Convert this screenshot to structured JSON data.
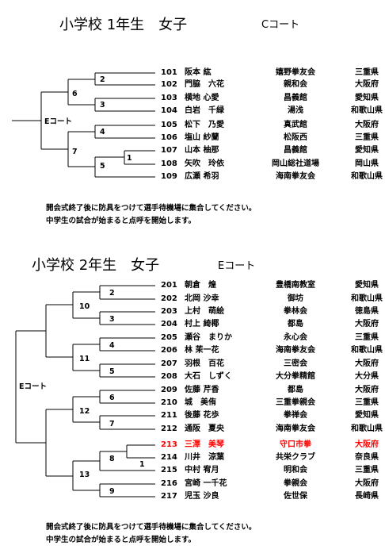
{
  "section1": {
    "title": "小学校 1年生　女子",
    "court": "Cコート",
    "bracket_court": "Eコート",
    "match_numbers": [
      "2",
      "6",
      "3",
      "4",
      "7",
      "1",
      "5"
    ],
    "entries": [
      {
        "no": "101",
        "name": "阪本 紘",
        "club": "嬉野拳友会",
        "pref": "三重県"
      },
      {
        "no": "102",
        "name": "門脇　六花",
        "club": "親和会",
        "pref": "大阪府"
      },
      {
        "no": "103",
        "name": "横地 心愛",
        "club": "昌義館",
        "pref": "愛知県"
      },
      {
        "no": "104",
        "name": "白岩　千緑",
        "club": "湯浅",
        "pref": "和歌山県"
      },
      {
        "no": "105",
        "name": "松下　乃愛",
        "club": "真武館",
        "pref": "大阪府"
      },
      {
        "no": "106",
        "name": "塩山 紗蘭",
        "club": "松阪西",
        "pref": "三重県"
      },
      {
        "no": "107",
        "name": "山本 柚那",
        "club": "昌義館",
        "pref": "愛知県"
      },
      {
        "no": "108",
        "name": "矢吹　玲依",
        "club": "岡山総社道場",
        "pref": "岡山県"
      },
      {
        "no": "109",
        "name": "広瀬 希羽",
        "club": "海南拳友会",
        "pref": "和歌山県"
      }
    ],
    "notes": [
      "開会式終了後に防具をつけて選手待機場に集合してください。",
      "中学生の試合が始まると点呼を開始します。"
    ]
  },
  "section2": {
    "title": "小学校 2年生　女子",
    "court": "Eコート",
    "bracket_court": "Eコート",
    "match_numbers": [
      "2",
      "10",
      "3",
      "4",
      "11",
      "5",
      "6",
      "12",
      "7",
      "8",
      "1",
      "13",
      "9"
    ],
    "entries": [
      {
        "no": "201",
        "name": "朝倉　煌",
        "club": "豊橋南教室",
        "pref": "愛知県"
      },
      {
        "no": "202",
        "name": "北岡 沙幸",
        "club": "御坊",
        "pref": "和歌山県"
      },
      {
        "no": "203",
        "name": "上村　萌絵",
        "club": "拳林会",
        "pref": "徳島県"
      },
      {
        "no": "204",
        "name": "村上 綺椰",
        "club": "都島",
        "pref": "大阪府"
      },
      {
        "no": "205",
        "name": "瀬谷　まりか",
        "club": "永心会",
        "pref": "三重県"
      },
      {
        "no": "206",
        "name": "林 茉一花",
        "club": "海南拳友会",
        "pref": "和歌山県"
      },
      {
        "no": "207",
        "name": "羽根　百花",
        "club": "三密会",
        "pref": "大阪府"
      },
      {
        "no": "208",
        "name": "大石　しずく",
        "club": "大分拳精館",
        "pref": "大分県"
      },
      {
        "no": "209",
        "name": "佐藤 芹香",
        "club": "都島",
        "pref": "大阪府"
      },
      {
        "no": "210",
        "name": "城　美侑",
        "club": "三重拳親会",
        "pref": "三重県"
      },
      {
        "no": "211",
        "name": "後藤 花歩",
        "club": "拳禅会",
        "pref": "愛知県"
      },
      {
        "no": "212",
        "name": "通阪　夏央",
        "club": "海南拳友会",
        "pref": "和歌山県"
      },
      {
        "no": "213",
        "name": "三澤　美琴",
        "club": "守口市拳",
        "pref": "大阪府"
      },
      {
        "no": "214",
        "name": "川井　涼葉",
        "club": "共栄クラブ",
        "pref": "奈良県"
      },
      {
        "no": "215",
        "name": "中村 宥月",
        "club": "明和会",
        "pref": "三重県"
      },
      {
        "no": "216",
        "name": "宮崎 一千花",
        "club": "拳親会",
        "pref": "大阪府"
      },
      {
        "no": "217",
        "name": "児玉 沙良",
        "club": "佐世保",
        "pref": "長崎県"
      }
    ],
    "notes": [
      "開会式終了後に防具をつけて選手待機場に集合してください。",
      "中学生の試合が始まると点呼を開始します。"
    ]
  }
}
